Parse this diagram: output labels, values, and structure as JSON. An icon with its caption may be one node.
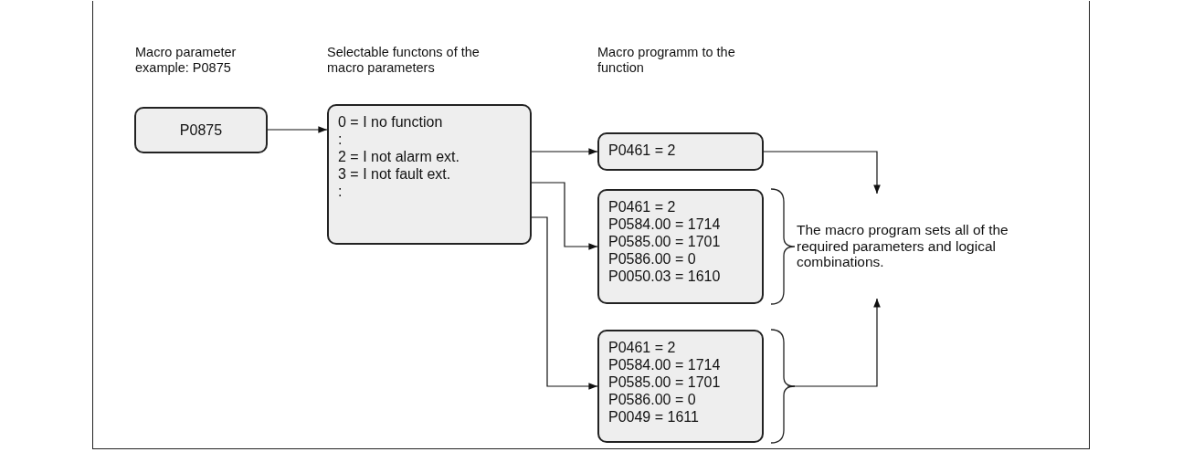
{
  "diagram": {
    "nodes": [
      {
        "text": [
          "P0875"
        ]
      },
      {
        "text": [
          "0 = I no function",
          ":",
          "2 = I not alarm ext.",
          "3 = I not fault ext.",
          ":"
        ]
      },
      {
        "text": [
          "P0461 = 2"
        ]
      },
      {
        "text": [
          "P0461 = 2",
          "P0584.00 = 1714",
          "P0585.00 = 1701",
          "P0586.00 = 0",
          "P0050.03 = 1610"
        ]
      },
      {
        "text": [
          "P0461 = 2",
          "P0584.00 = 1714",
          "P0585.00 = 1701",
          "P0586.00 = 0",
          "P0049 = 1611"
        ]
      },
      {
        "text": [
          "The macro program sets all of the required parameters and logical combinations."
        ]
      }
    ],
    "edges": [
      {
        "from": 0,
        "to": 1,
        "arrow": "to"
      },
      {
        "from": 1,
        "to": 2,
        "arrow": "to"
      },
      {
        "from": 1,
        "to": 3,
        "arrow": "to"
      },
      {
        "from": 1,
        "to": 4,
        "arrow": "to"
      },
      {
        "from": 2,
        "to": 5,
        "arrow": "to"
      },
      {
        "from": 4,
        "to": 5,
        "arrow": "to"
      }
    ],
    "labels": [
      "Macro parameter example: P0875",
      "Selectable functons of the macro parameters",
      "Macro programm to the function"
    ]
  }
}
